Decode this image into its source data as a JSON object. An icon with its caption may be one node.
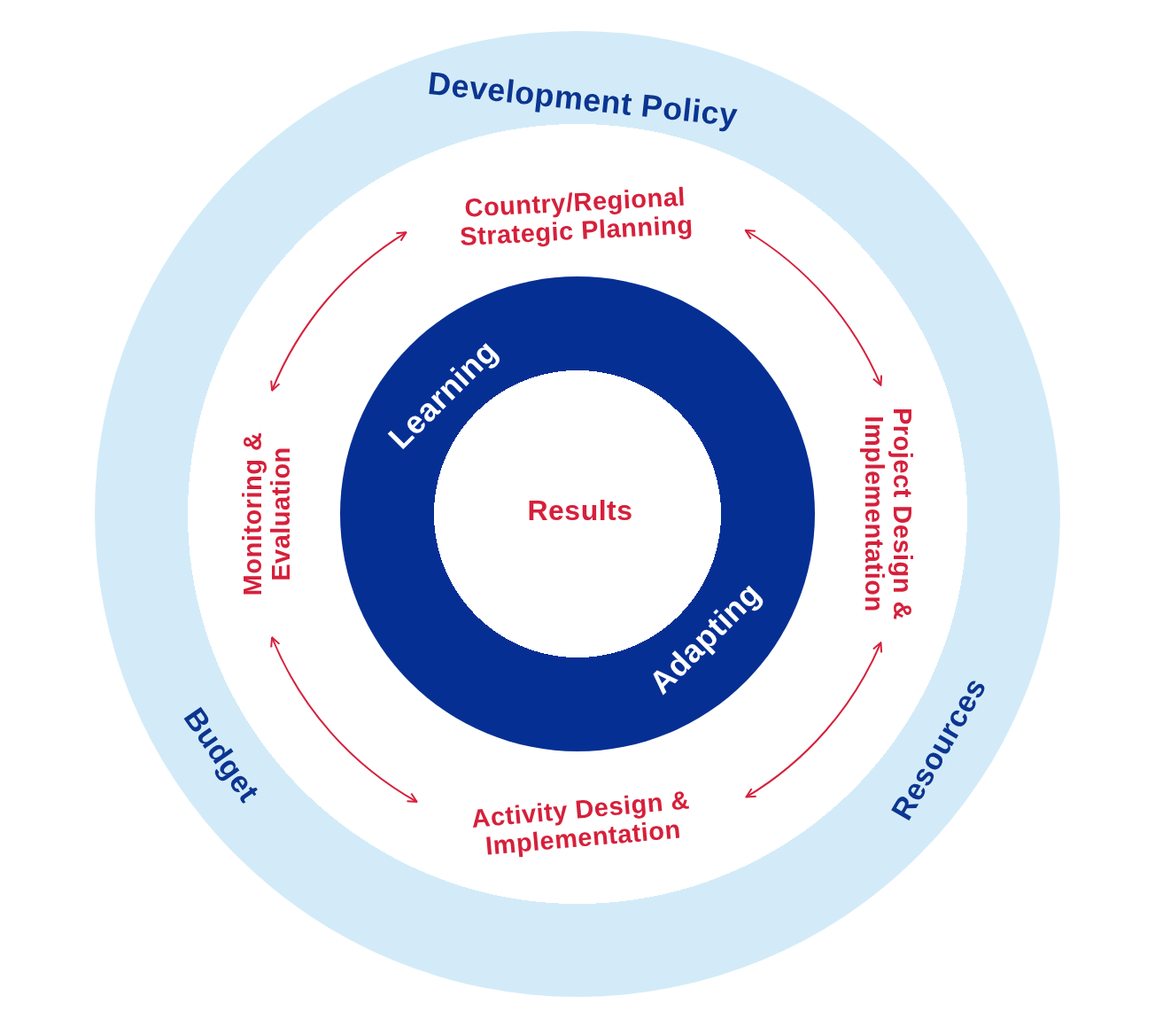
{
  "diagram": {
    "nodes": [
      {
        "text": [
          "Development Policy",
          "Budget",
          "Resources"
        ]
      },
      {
        "text": [
          "Country/Regional Strategic Planning"
        ],
        "in": 0
      },
      {
        "text": [
          "Project Design & Implementation"
        ],
        "in": 0
      },
      {
        "text": [
          "Activity Design & Implementation"
        ],
        "in": 0
      },
      {
        "text": [
          "Monitoring & Evaluation"
        ],
        "in": 0
      },
      {
        "text": [
          "Learning",
          "Adapting"
        ],
        "in": 0
      },
      {
        "text": [
          "Results"
        ],
        "in": 5
      }
    ],
    "edges": [
      {
        "from": 1,
        "to": 2,
        "arrow": "both"
      },
      {
        "from": 2,
        "to": 3,
        "arrow": "both"
      },
      {
        "from": 3,
        "to": 4,
        "arrow": "both"
      },
      {
        "from": 4,
        "to": 1,
        "arrow": "both"
      }
    ]
  }
}
